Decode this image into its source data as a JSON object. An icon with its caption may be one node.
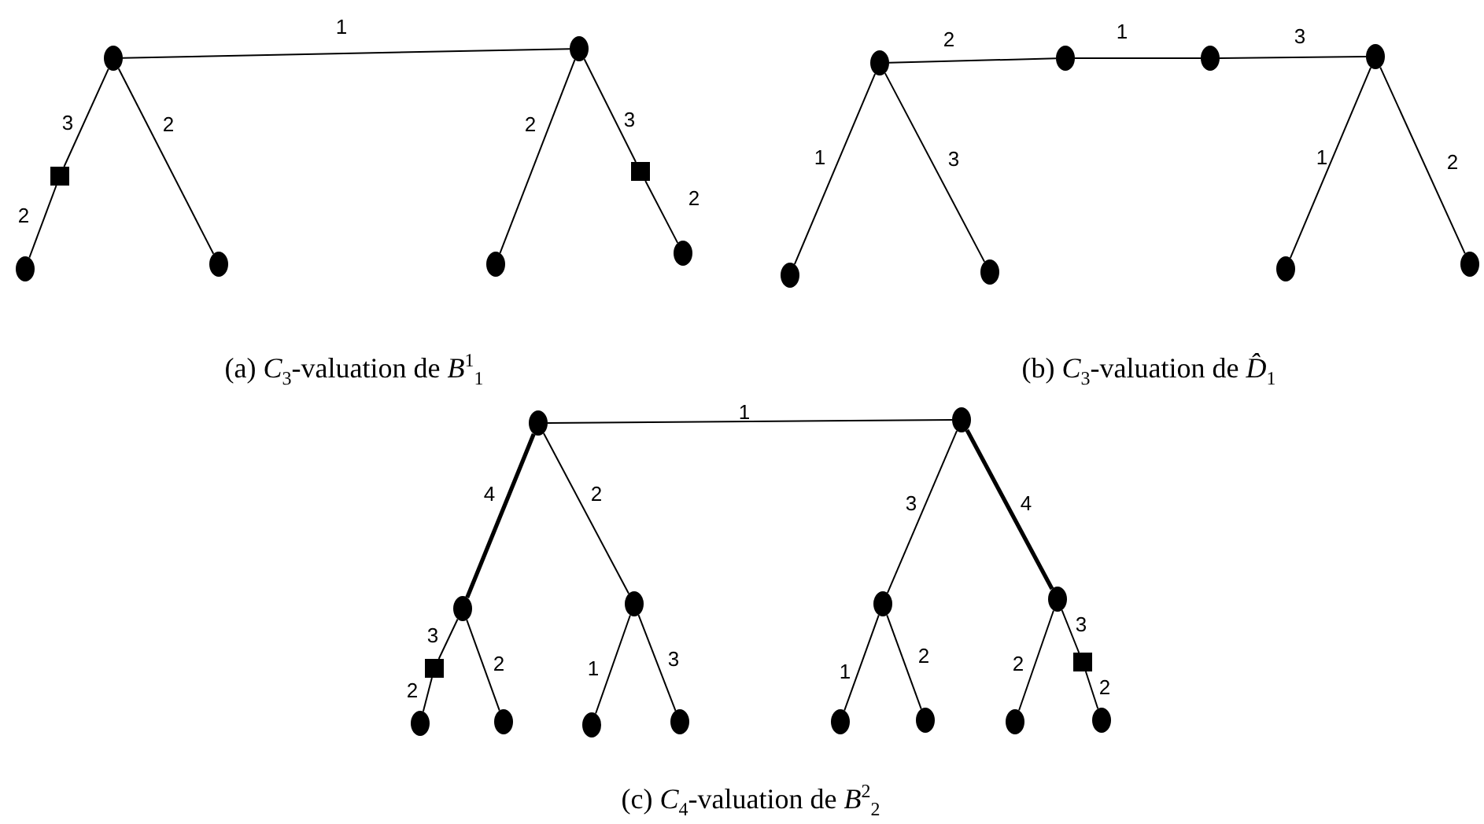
{
  "diagram": {
    "nodes": [
      {
        "text": [],
        "shape": "circle"
      },
      {
        "text": [],
        "shape": "circle"
      },
      {
        "text": [],
        "shape": "box"
      },
      {
        "text": [],
        "shape": "circle"
      },
      {
        "text": [],
        "shape": "circle"
      },
      {
        "text": [],
        "shape": "circle"
      },
      {
        "text": [],
        "shape": "box"
      },
      {
        "text": [],
        "shape": "circle"
      },
      {
        "text": [],
        "shape": "circle"
      },
      {
        "text": [],
        "shape": "circle"
      },
      {
        "text": [],
        "shape": "circle"
      },
      {
        "text": [],
        "shape": "circle"
      },
      {
        "text": [],
        "shape": "circle"
      },
      {
        "text": [],
        "shape": "circle"
      },
      {
        "text": [],
        "shape": "circle"
      },
      {
        "text": [],
        "shape": "circle"
      },
      {
        "text": [],
        "shape": "circle"
      },
      {
        "text": [],
        "shape": "circle"
      },
      {
        "text": [],
        "shape": "circle"
      },
      {
        "text": [],
        "shape": "circle"
      },
      {
        "text": [],
        "shape": "circle"
      },
      {
        "text": [],
        "shape": "circle"
      },
      {
        "text": [],
        "shape": "box"
      },
      {
        "text": [],
        "shape": "circle"
      },
      {
        "text": [],
        "shape": "circle"
      },
      {
        "text": [],
        "shape": "circle"
      },
      {
        "text": [],
        "shape": "circle"
      },
      {
        "text": [],
        "shape": "circle"
      },
      {
        "text": [],
        "shape": "circle"
      },
      {
        "text": [],
        "shape": "circle"
      },
      {
        "text": [],
        "shape": "box"
      },
      {
        "text": [],
        "shape": "circle"
      }
    ],
    "edges": [
      {
        "from": 0,
        "to": 1,
        "arrow": "none",
        "label": "1"
      },
      {
        "from": 0,
        "to": 2,
        "arrow": "none",
        "label": "3"
      },
      {
        "from": 2,
        "to": 3,
        "arrow": "none",
        "label": "2"
      },
      {
        "from": 0,
        "to": 4,
        "arrow": "none",
        "label": "2"
      },
      {
        "from": 1,
        "to": 5,
        "arrow": "none",
        "label": "2"
      },
      {
        "from": 1,
        "to": 6,
        "arrow": "none",
        "label": "3"
      },
      {
        "from": 6,
        "to": 7,
        "arrow": "none",
        "label": "2"
      },
      {
        "from": 8,
        "to": 9,
        "arrow": "none",
        "label": "2"
      },
      {
        "from": 9,
        "to": 10,
        "arrow": "none",
        "label": "1"
      },
      {
        "from": 10,
        "to": 11,
        "arrow": "none",
        "label": "3"
      },
      {
        "from": 8,
        "to": 12,
        "arrow": "none",
        "label": "1"
      },
      {
        "from": 8,
        "to": 13,
        "arrow": "none",
        "label": "3"
      },
      {
        "from": 11,
        "to": 14,
        "arrow": "none",
        "label": "1"
      },
      {
        "from": 11,
        "to": 15,
        "arrow": "none",
        "label": "2"
      },
      {
        "from": 16,
        "to": 17,
        "arrow": "none",
        "label": "1"
      },
      {
        "from": 16,
        "to": 18,
        "arrow": "none",
        "label": "4",
        "style": "thick"
      },
      {
        "from": 16,
        "to": 19,
        "arrow": "none",
        "label": "2"
      },
      {
        "from": 17,
        "to": 20,
        "arrow": "none",
        "label": "3"
      },
      {
        "from": 17,
        "to": 21,
        "arrow": "none",
        "label": "4",
        "style": "thick"
      },
      {
        "from": 18,
        "to": 22,
        "arrow": "none",
        "label": "3"
      },
      {
        "from": 22,
        "to": 23,
        "arrow": "none",
        "label": "2"
      },
      {
        "from": 18,
        "to": 24,
        "arrow": "none",
        "label": "2"
      },
      {
        "from": 19,
        "to": 25,
        "arrow": "none",
        "label": "1"
      },
      {
        "from": 19,
        "to": 26,
        "arrow": "none",
        "label": "3"
      },
      {
        "from": 20,
        "to": 27,
        "arrow": "none",
        "label": "1"
      },
      {
        "from": 20,
        "to": 28,
        "arrow": "none",
        "label": "2"
      },
      {
        "from": 21,
        "to": 29,
        "arrow": "none",
        "label": "2"
      },
      {
        "from": 21,
        "to": 30,
        "arrow": "none",
        "label": "3"
      },
      {
        "from": 30,
        "to": 31,
        "arrow": "none",
        "label": "2"
      }
    ],
    "labels": [
      "(a) *C*$_{3}$-valuation de *B*$^{1}$$_{1}$",
      "(b) *C*$_{3}$-valuation de *D̂*$_{1}$",
      "(c) *C*$_{4}$-valuation de *B*$^{2}$$_{2}$"
    ]
  }
}
